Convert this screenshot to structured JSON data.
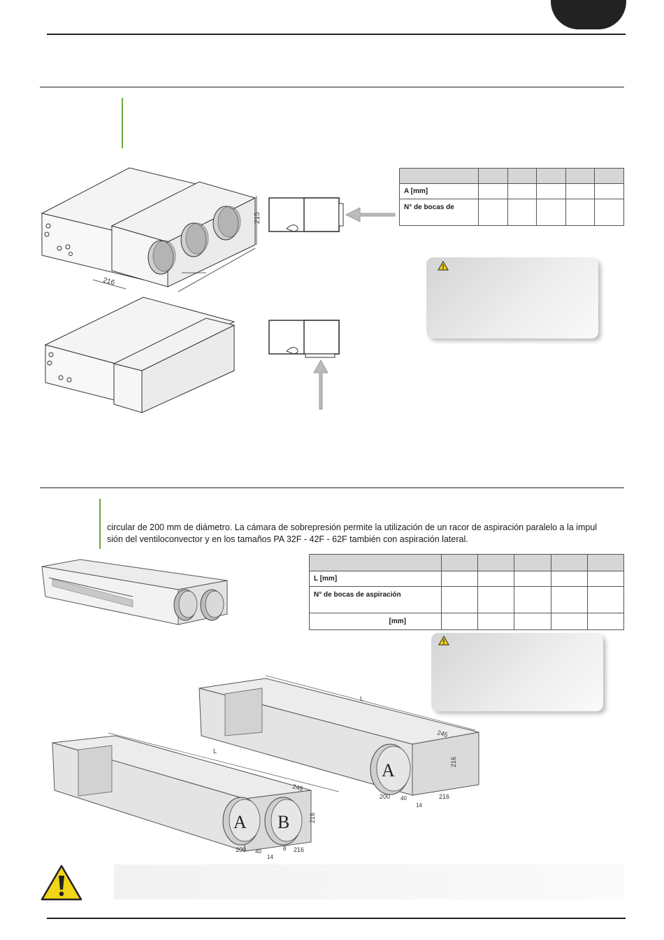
{
  "section2": {
    "paragraph_line1": "circular de 200 mm de diámetro. La cámara de sobrepresión permite la utilización de un racor de aspiración paralelo a la impul",
    "paragraph_line2": "sión del ventiloconvector y en los tamaños PA 32F - 42F - 62F también con aspiración lateral."
  },
  "table1": {
    "rows": [
      {
        "label": "",
        "cells": [
          "",
          "",
          "",
          "",
          ""
        ]
      },
      {
        "label": "A [mm]",
        "cells": [
          "",
          "",
          "",
          "",
          ""
        ]
      },
      {
        "label": "N° de bocas de",
        "cells": [
          "",
          "",
          "",
          "",
          ""
        ]
      }
    ]
  },
  "table2": {
    "rows": [
      {
        "label": "",
        "cells": [
          "",
          "",
          "",
          "",
          ""
        ]
      },
      {
        "label": "L [mm]",
        "cells": [
          "",
          "",
          "",
          "",
          ""
        ]
      },
      {
        "label": "N° de bocas de aspiración",
        "cells": [
          "",
          "",
          "",
          "",
          ""
        ]
      },
      {
        "label": "[mm]",
        "cells": [
          "",
          "",
          "",
          "",
          ""
        ]
      }
    ]
  },
  "figure1": {
    "dim_height": "215",
    "dim_width": "216"
  },
  "figure3": {
    "dim_L": "L",
    "dim_245": "245",
    "dim_216h": "216",
    "dim_216w": "216",
    "dim_200": "200",
    "dim_8": "8",
    "dim_40": "40",
    "dim_14": "14",
    "label_A": "A",
    "label_B": "B"
  },
  "colors": {
    "accent_green": "#6aaa3a",
    "warning_yellow": "#f2d516",
    "table_header": "#d6d6d6"
  },
  "icons": [
    "warning-icon",
    "caution-triangle-icon"
  ]
}
